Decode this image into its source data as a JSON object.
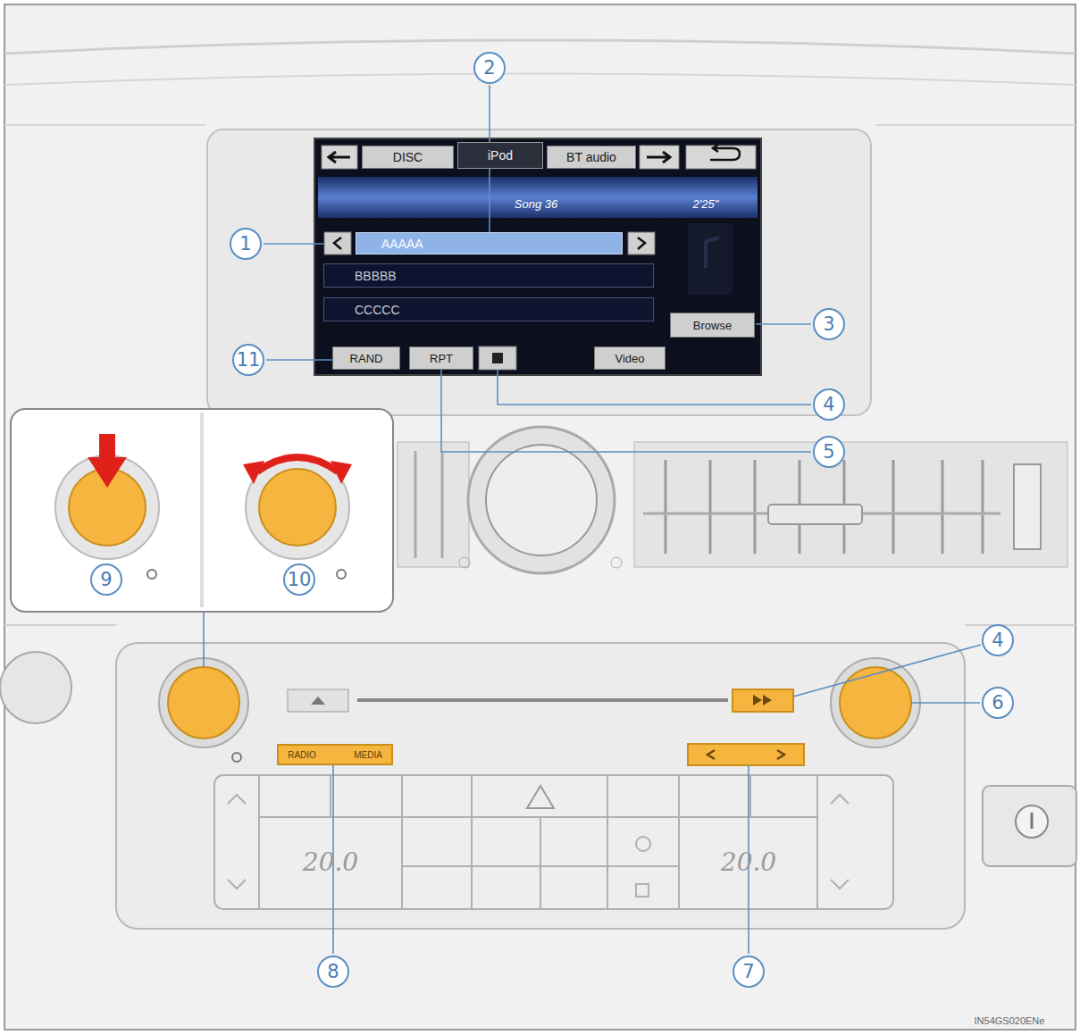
{
  "diagram": {
    "nodes": [
      {
        "text": [
          "DISC"
        ]
      },
      {
        "text": [
          "iPod"
        ]
      },
      {
        "text": [
          "BT audio"
        ]
      },
      {
        "text": [
          "AAAAA"
        ]
      },
      {
        "text": [
          "BBBBB"
        ]
      },
      {
        "text": [
          "CCCCC"
        ]
      },
      {
        "text": [
          "Browse"
        ]
      },
      {
        "text": [
          "RAND"
        ]
      },
      {
        "text": [
          "RPT"
        ]
      },
      {
        "text": [
          "Video"
        ]
      },
      {
        "text": [
          "RADIO",
          "MEDIA"
        ]
      }
    ],
    "labels": [
      "Song 36",
      "2'25\"",
      "1",
      "2",
      "3",
      "11",
      "4",
      "5",
      "9",
      "10",
      "4",
      "6",
      "8",
      "7",
      "20.0",
      "20.0",
      "IN54GS020ENe"
    ]
  }
}
